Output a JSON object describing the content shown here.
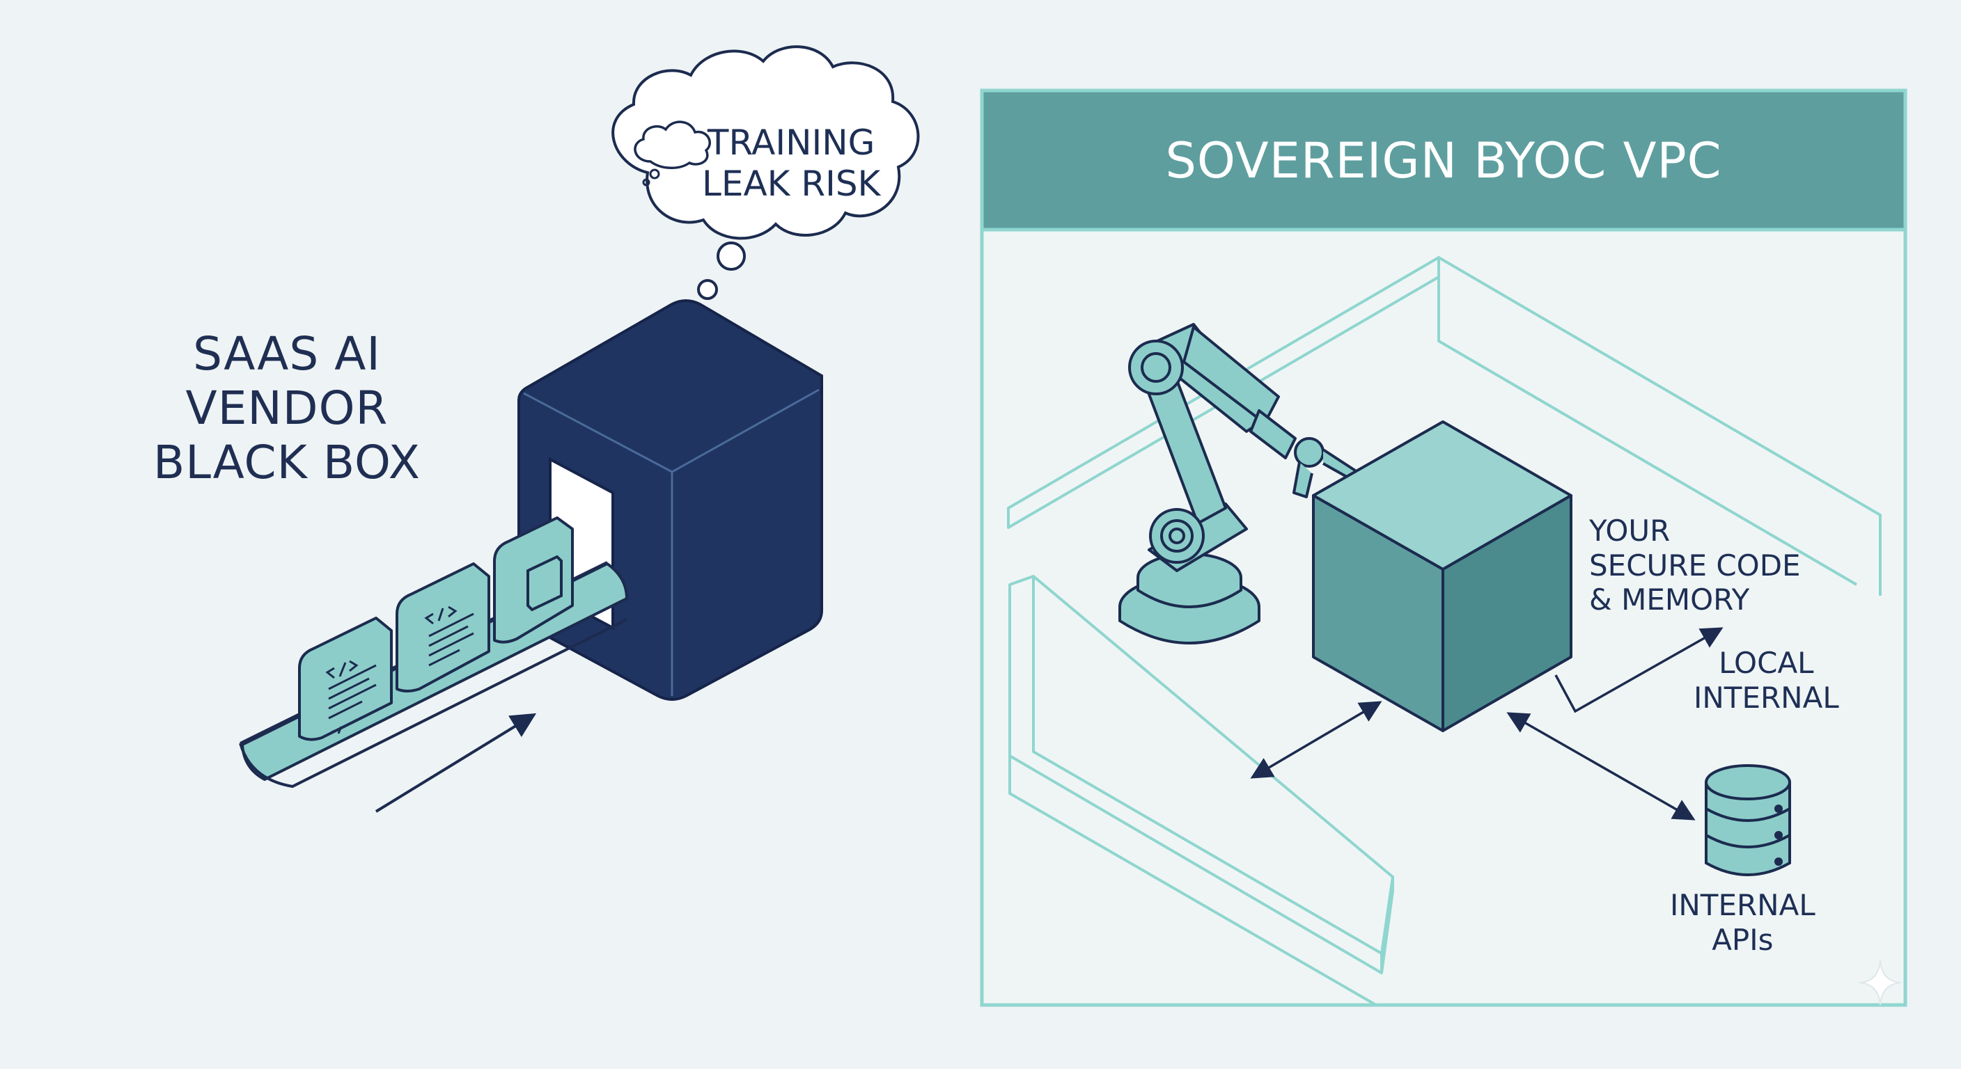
{
  "left": {
    "vendor_title": [
      "SAAS AI",
      "VENDOR",
      "BLACK BOX"
    ],
    "thought_text": [
      "TRAINING",
      "LEAK RISK"
    ],
    "document_icon": "code-document-icon"
  },
  "right": {
    "panel_title": "SOVEREIGN BYOC VPC",
    "secure_label": [
      "YOUR",
      "SECURE CODE",
      "& MEMORY"
    ],
    "local_label": [
      "LOCAL",
      "INTERNAL"
    ],
    "apis_label": [
      "INTERNAL",
      "APIs"
    ]
  },
  "colors": {
    "background": "#eef3f5",
    "navy": "#1f3461",
    "navy_line": "#1c2b4f",
    "teal_fill": "#8ccdc9",
    "teal_dark": "#3d8a8c",
    "panel_header": "#5e9e9f",
    "panel_border": "#8fd6cf"
  }
}
